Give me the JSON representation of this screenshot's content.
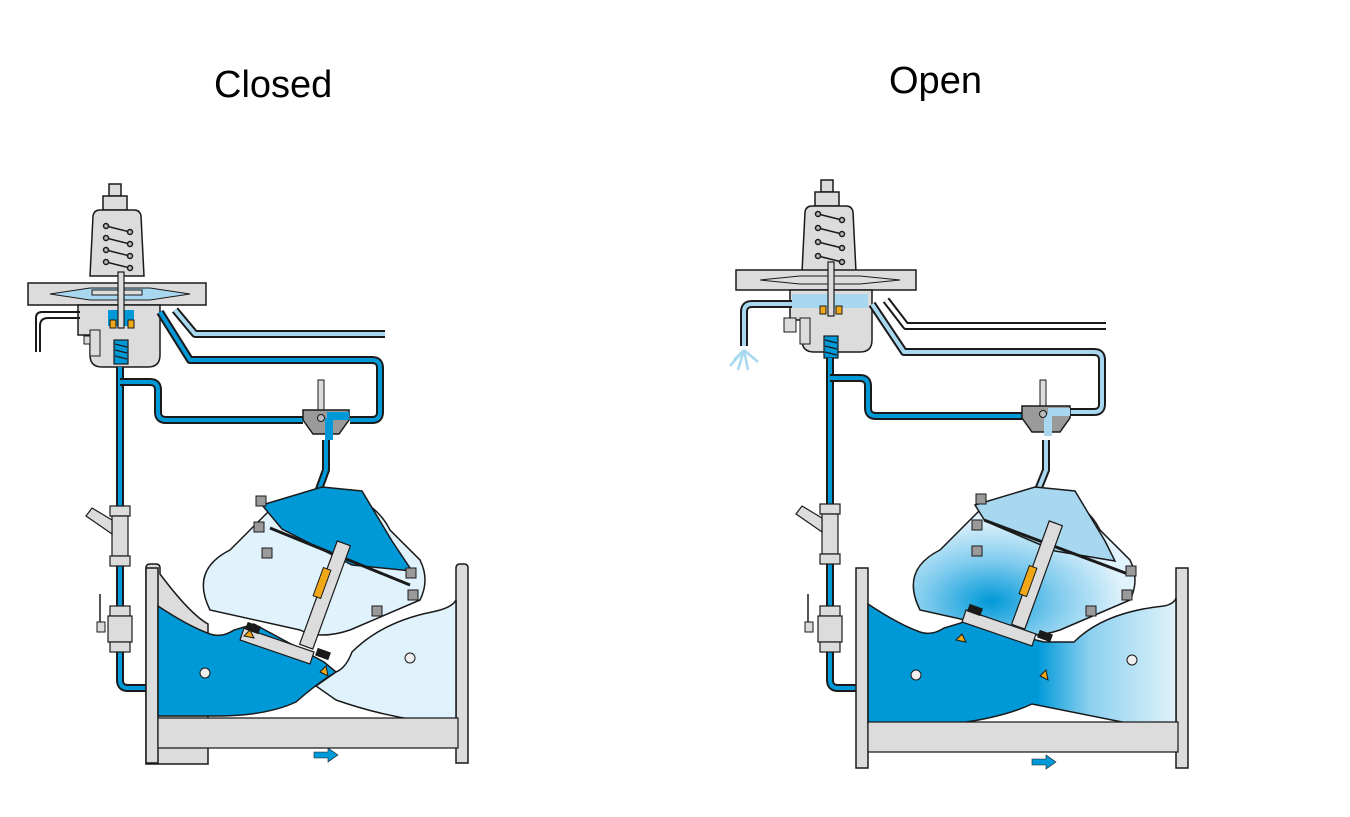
{
  "panels": [
    {
      "id": "closed",
      "label": "Closed",
      "state": "closed"
    },
    {
      "id": "open",
      "label": "Open",
      "state": "open"
    }
  ],
  "colors": {
    "high_pressure": "#0099d8",
    "low_pressure": "#a8d8f0",
    "pale_water": "#e0f2fb",
    "metal": "#dcdcdc",
    "metal_dark": "#9a9a9a",
    "seal_yellow": "#f0a818",
    "outline": "#1a1a1a"
  },
  "legend": {
    "flow_direction": "flow-arrow-right"
  }
}
